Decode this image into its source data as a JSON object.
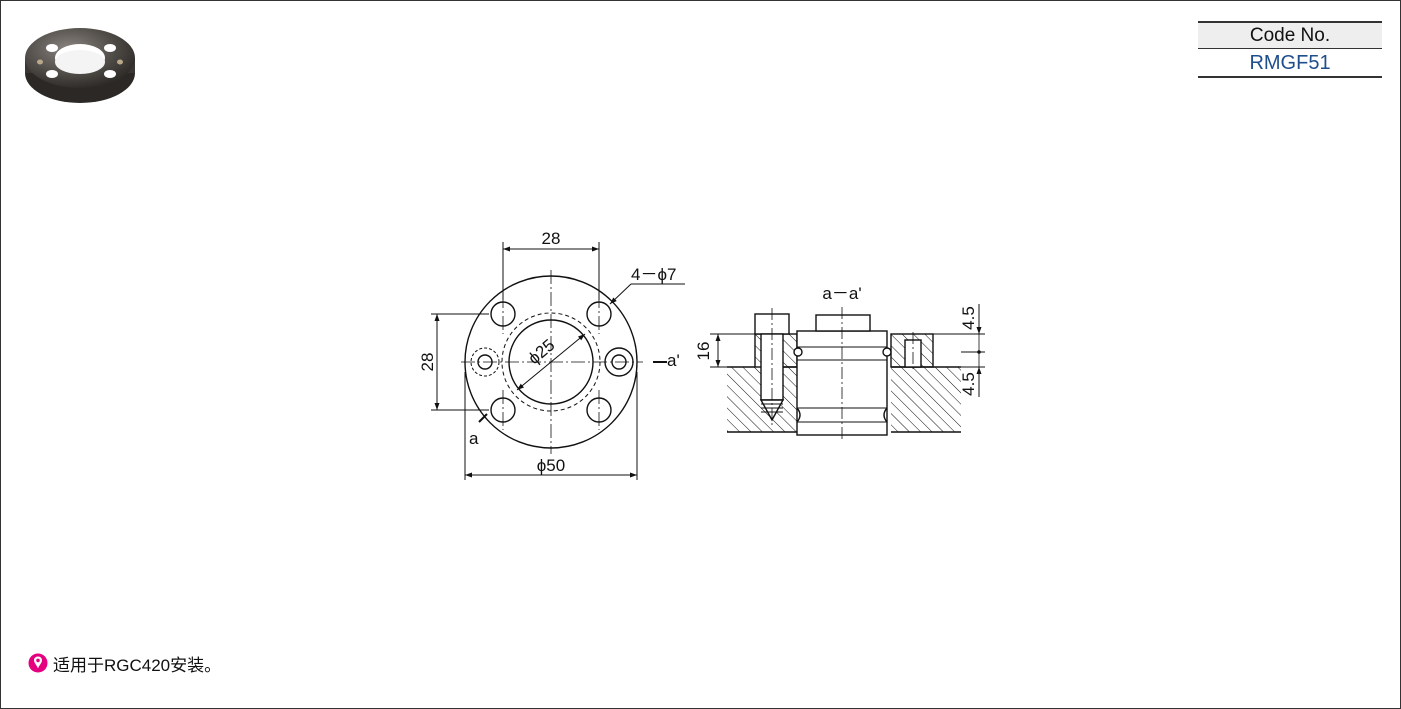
{
  "code_box": {
    "label": "Code No.",
    "value": "RMGF51"
  },
  "drawing": {
    "dim_top_width": "28",
    "dim_side_height": "28",
    "dim_holes": "4－ϕ7",
    "dim_bore": "ϕ25",
    "dim_outer": "ϕ50",
    "section_mark_a": "a",
    "section_mark_a_prime": "a'",
    "section_title": "a－a'",
    "dim_thickness": "16",
    "dim_top_offset": "4.5",
    "dim_bottom_offset": "4.5"
  },
  "note": {
    "text": "适用于RGC420安装。",
    "icon": "exclamation-circle-icon",
    "icon_color": "#e4007f"
  },
  "colors": {
    "title_value": "#1f4e8c",
    "line": "#111111"
  }
}
